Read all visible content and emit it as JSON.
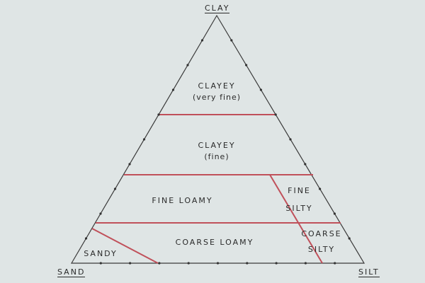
{
  "corners": {
    "top": "CLAY",
    "left": "SAND",
    "right": "SILT"
  },
  "regions": {
    "clayey_very_fine": {
      "name": "CLAYEY",
      "sub": "(very fine)"
    },
    "clayey_fine": {
      "name": "CLAYEY",
      "sub": "(fine)"
    },
    "fine_loamy": "FINE LOAMY",
    "fine_silty": {
      "line1": "FINE",
      "line2": "SILTY"
    },
    "coarse_loamy": "COARSE LOAMY",
    "coarse_silty": {
      "line1": "COARSE",
      "line2": "SILTY"
    },
    "sandy": "SANDY"
  },
  "colors": {
    "outline": "#3a3a3a",
    "boundary": "#c0505a",
    "background": "#dfe5e5"
  }
}
